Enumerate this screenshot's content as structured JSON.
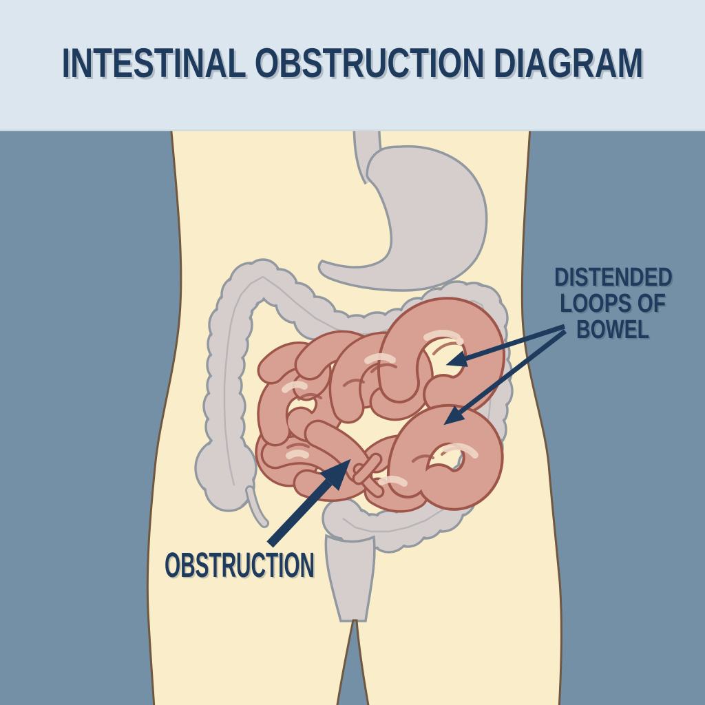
{
  "title": "INTESTINAL OBSTRUCTION DIAGRAM",
  "annotations": {
    "distended_label": {
      "line1": "DISTENDED",
      "line2": "LOOPS OF",
      "line3": "BOWEL"
    },
    "obstruction_label": "OBSTRUCTION"
  },
  "diagram": {
    "type": "medical-illustration",
    "subject": "Intestinal obstruction shown in a human abdomen",
    "parts": [
      "esophagus",
      "stomach",
      "large-intestine",
      "cecum-with-appendix",
      "rectum",
      "small-intestine-distended-loops",
      "obstruction-twist-site"
    ]
  },
  "colors": {
    "background": "#7390a6",
    "header_band": "#dce6ee",
    "navy": "#1e3a5c",
    "skin": "#f9edca",
    "skin_outline": "#6f5740",
    "organ_gray": "#d6cecd",
    "organ_outline": "#9298a0",
    "bowel": "#d8a092",
    "bowel_outline": "#9e564b",
    "bowel_highlight": "#f1d7c6"
  }
}
